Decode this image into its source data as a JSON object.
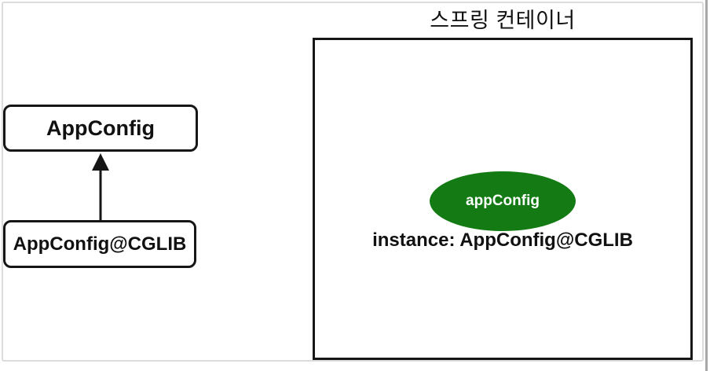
{
  "colors": {
    "bean_fill": "#147a14",
    "bean_text": "#ffffff",
    "line": "#161616",
    "frame": "#dcdcdc",
    "right_edge": "#a8a8a8"
  },
  "left_panel": {
    "class_box": "AppConfig",
    "subclass_box": "AppConfig@CGLIB"
  },
  "container": {
    "title": "스프링 컨테이너",
    "bean_name": "appConfig",
    "instance_text": "instance: AppConfig@CGLIB"
  }
}
